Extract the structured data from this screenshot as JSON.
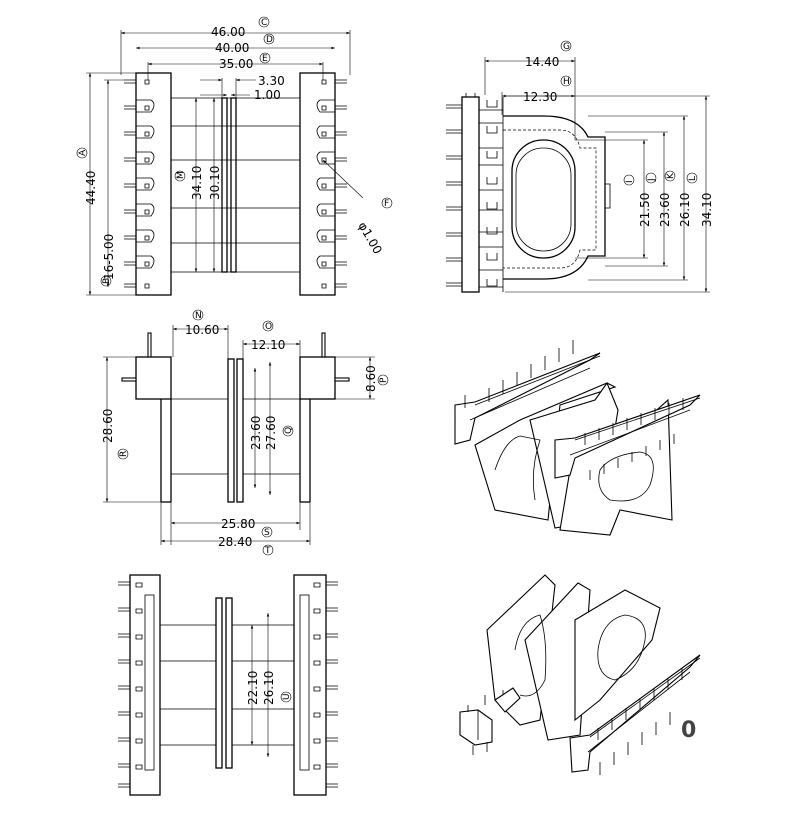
{
  "top_view": {
    "dims": {
      "w46": "46.00",
      "w40": "40.00",
      "w35": "35.00",
      "g330": "3.30",
      "g100": "1.00",
      "h4440": "44.40",
      "h3410": "34.10",
      "h3010": "30.10",
      "pitch": "16-5.00",
      "pin_dia": "1.00"
    },
    "markers": {
      "C": "C",
      "D": "D",
      "E": "E",
      "A": "A",
      "B": "B",
      "M": "M",
      "F": "F"
    }
  },
  "side_view": {
    "dims": {
      "w1440": "14.40",
      "w1230": "12.30",
      "h2150": "21.50",
      "h2360": "23.60",
      "h2610": "26.10",
      "h3410": "34.10"
    },
    "markers": {
      "G": "G",
      "H": "H",
      "I": "I",
      "J": "J",
      "K": "K",
      "L": "L"
    }
  },
  "front_view": {
    "dims": {
      "w1060": "10.60",
      "w1210": "12.10",
      "h860": "8.60",
      "h2860": "28.60",
      "h2360": "23.60",
      "h2760": "27.60",
      "w2580": "25.80",
      "w2840": "28.40"
    },
    "markers": {
      "N": "N",
      "O": "O",
      "P": "P",
      "R": "R",
      "Q": "Q",
      "S": "S",
      "T": "T"
    }
  },
  "bottom_view": {
    "dims": {
      "h2210": "22.10",
      "h2610": "26.10"
    },
    "markers": {
      "U": "U"
    }
  },
  "corner_label": "0"
}
